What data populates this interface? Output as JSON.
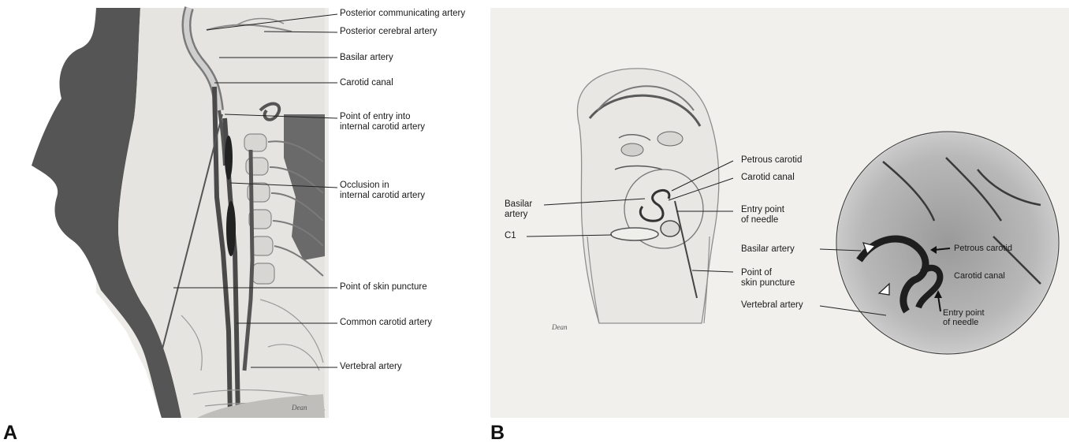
{
  "panel_a": {
    "letter": "A",
    "labels": {
      "posterior_communicating": "Posterior communicating artery",
      "posterior_cerebral": "Posterior cerebral artery",
      "basilar": "Basilar artery",
      "carotid_canal": "Carotid canal",
      "point_of_entry": "Point of entry into\ninternal carotid artery",
      "occlusion": "Occlusion in\ninternal carotid artery",
      "skin_puncture": "Point of skin puncture",
      "common_carotid": "Common carotid artery",
      "vertebral": "Vertebral artery"
    }
  },
  "panel_b": {
    "letter": "B",
    "labels": {
      "basilar": "Basilar\nartery",
      "c1": "C1",
      "petrous_carotid": "Petrous carotid",
      "carotid_canal": "Carotid canal",
      "entry_point": "Entry point\nof needle",
      "skin_puncture": "Point of\nskin puncture",
      "basilar_artery": "Basilar artery",
      "vertebral_artery": "Vertebral artery"
    },
    "inset_labels": {
      "petrous_carotid": "Petrous carotid",
      "carotid_canal": "Carotid canal",
      "entry_point": "Entry point\nof needle"
    }
  }
}
